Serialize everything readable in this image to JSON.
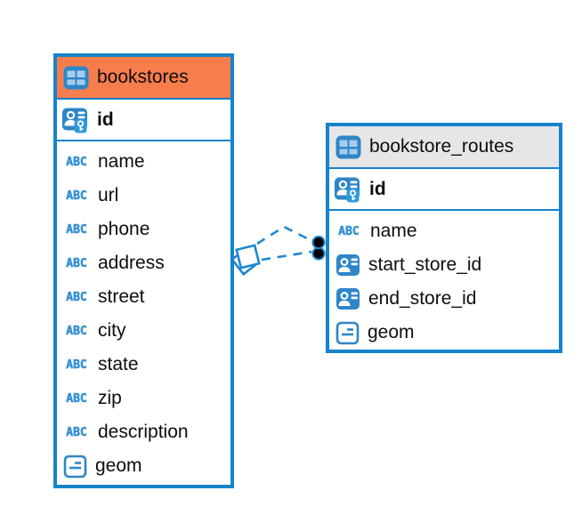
{
  "diagram": {
    "tool": "entity-relationship-diagram",
    "colors": {
      "border_blue": "#1583cb",
      "icon_blue": "#2e86c8",
      "icon_cell_light": "#a5cdeb",
      "abc_blue": "#3a92d4",
      "key_badge_blue": "#2f9ad8",
      "line_blue": "#1e88d0",
      "bookstores_header": "#f87d4d",
      "routes_header": "#e7e6e6",
      "text": "#0d0d0d"
    },
    "icons": {
      "string_label": "ABC",
      "table_icon": "table-grid",
      "pk_icon": "person-with-key",
      "fk_icon": "person-card",
      "geometry_icon": "geometry-box"
    },
    "tables": [
      {
        "name": "bookstores",
        "header_style": "orange",
        "primary_key": {
          "name": "id",
          "type": "id-key"
        },
        "columns": [
          {
            "name": "name",
            "type": "string"
          },
          {
            "name": "url",
            "type": "string"
          },
          {
            "name": "phone",
            "type": "string"
          },
          {
            "name": "address",
            "type": "string"
          },
          {
            "name": "street",
            "type": "string"
          },
          {
            "name": "city",
            "type": "string"
          },
          {
            "name": "state",
            "type": "string"
          },
          {
            "name": "zip",
            "type": "string"
          },
          {
            "name": "description",
            "type": "string"
          },
          {
            "name": "geom",
            "type": "geometry"
          }
        ]
      },
      {
        "name": "bookstore_routes",
        "header_style": "gray",
        "primary_key": {
          "name": "id",
          "type": "id-key"
        },
        "columns": [
          {
            "name": "name",
            "type": "string"
          },
          {
            "name": "start_store_id",
            "type": "reference"
          },
          {
            "name": "end_store_id",
            "type": "reference"
          },
          {
            "name": "geom",
            "type": "geometry"
          }
        ]
      }
    ],
    "relationships": [
      {
        "from": "bookstore_routes.start_store_id",
        "to": "bookstores.id",
        "style": "dashed"
      },
      {
        "from": "bookstore_routes.end_store_id",
        "to": "bookstores.id",
        "style": "dashed"
      }
    ]
  }
}
